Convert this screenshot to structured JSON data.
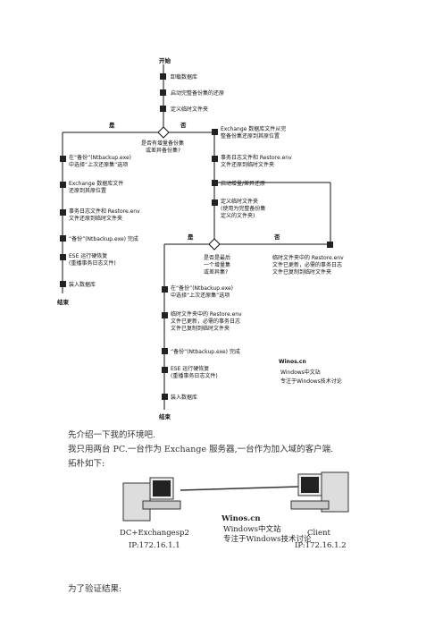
{
  "flowchart": {
    "start": "开始",
    "step_dismount": "卸载数据库",
    "step_full_restore": "启动完整备份集的还原",
    "step_temp_folder": "定义临时文件夹",
    "decision_incremental": [
      "是否有增量备份集",
      "或差异备份集?"
    ],
    "yes": "是",
    "no": "否",
    "left_step1": [
      "在“备份”(Ntbackup.exe)",
      "中选择“上次还原集”选项"
    ],
    "left_step2": [
      "Exchange 数据库文件",
      "还原到其原位置"
    ],
    "left_step3": [
      "事务日志文件和 Restore.env",
      "文件还原到临时文件夹"
    ],
    "left_step4": "“备份”(Ntbackup.exe) 完成",
    "left_step5": [
      "ESE 运行硬恢复",
      "(重播事务日志文件)"
    ],
    "left_step6": "装入数据库",
    "end": "结束",
    "right_step1": [
      "Exchange 数据库文件从完",
      "整备份集还原到其原位置"
    ],
    "right_step2": [
      "事务日志文件和 Restore.env",
      "文件还原到临时文件夹"
    ],
    "right_step3": "启动增量/差异还原",
    "right_step4": [
      "定义临时文件夹",
      "(使用为完整备份集",
      "定义的文件夹)"
    ],
    "decision_last": [
      "是否是最后",
      "一个增量集",
      "或差异集?"
    ],
    "side_note": [
      "临时文件夹中的 Restore.env",
      "文件已更新，必需的事务日志",
      "文件已复制到临时文件夹"
    ],
    "mid_step1": [
      "在“备份”(Ntbackup.exe)",
      "中选择“上次还原集”选项"
    ],
    "mid_step2": [
      "临时文件夹中的 Restore.env",
      "文件已更新，必需的事务日志",
      "文件已复制到临时文件夹"
    ],
    "mid_step3": "“备份”(Ntbackup.exe) 完成",
    "mid_step4": [
      "ESE 运行硬恢复",
      "(重播事务日志文件)"
    ],
    "mid_step5": "装入数据库",
    "mid_end": "结束"
  },
  "watermark": {
    "main": "Winos.cn",
    "line1": "Windows中文站",
    "line2": "专注于Windows技术讨论"
  },
  "text": {
    "intro": "先介绍一下我的环境吧.",
    "setup": "我只用两台 PC.一台作为 Exchange 服务器,一台作为加入域的客户端.",
    "topology": "拓朴如下:",
    "verify": "为了验证结果:"
  },
  "topology": {
    "server_name": "DC+Exchangesp2",
    "server_ip": "IP:172.16.1.1",
    "client_name": "Client",
    "client_ip": "IP:172.16.1.2"
  }
}
